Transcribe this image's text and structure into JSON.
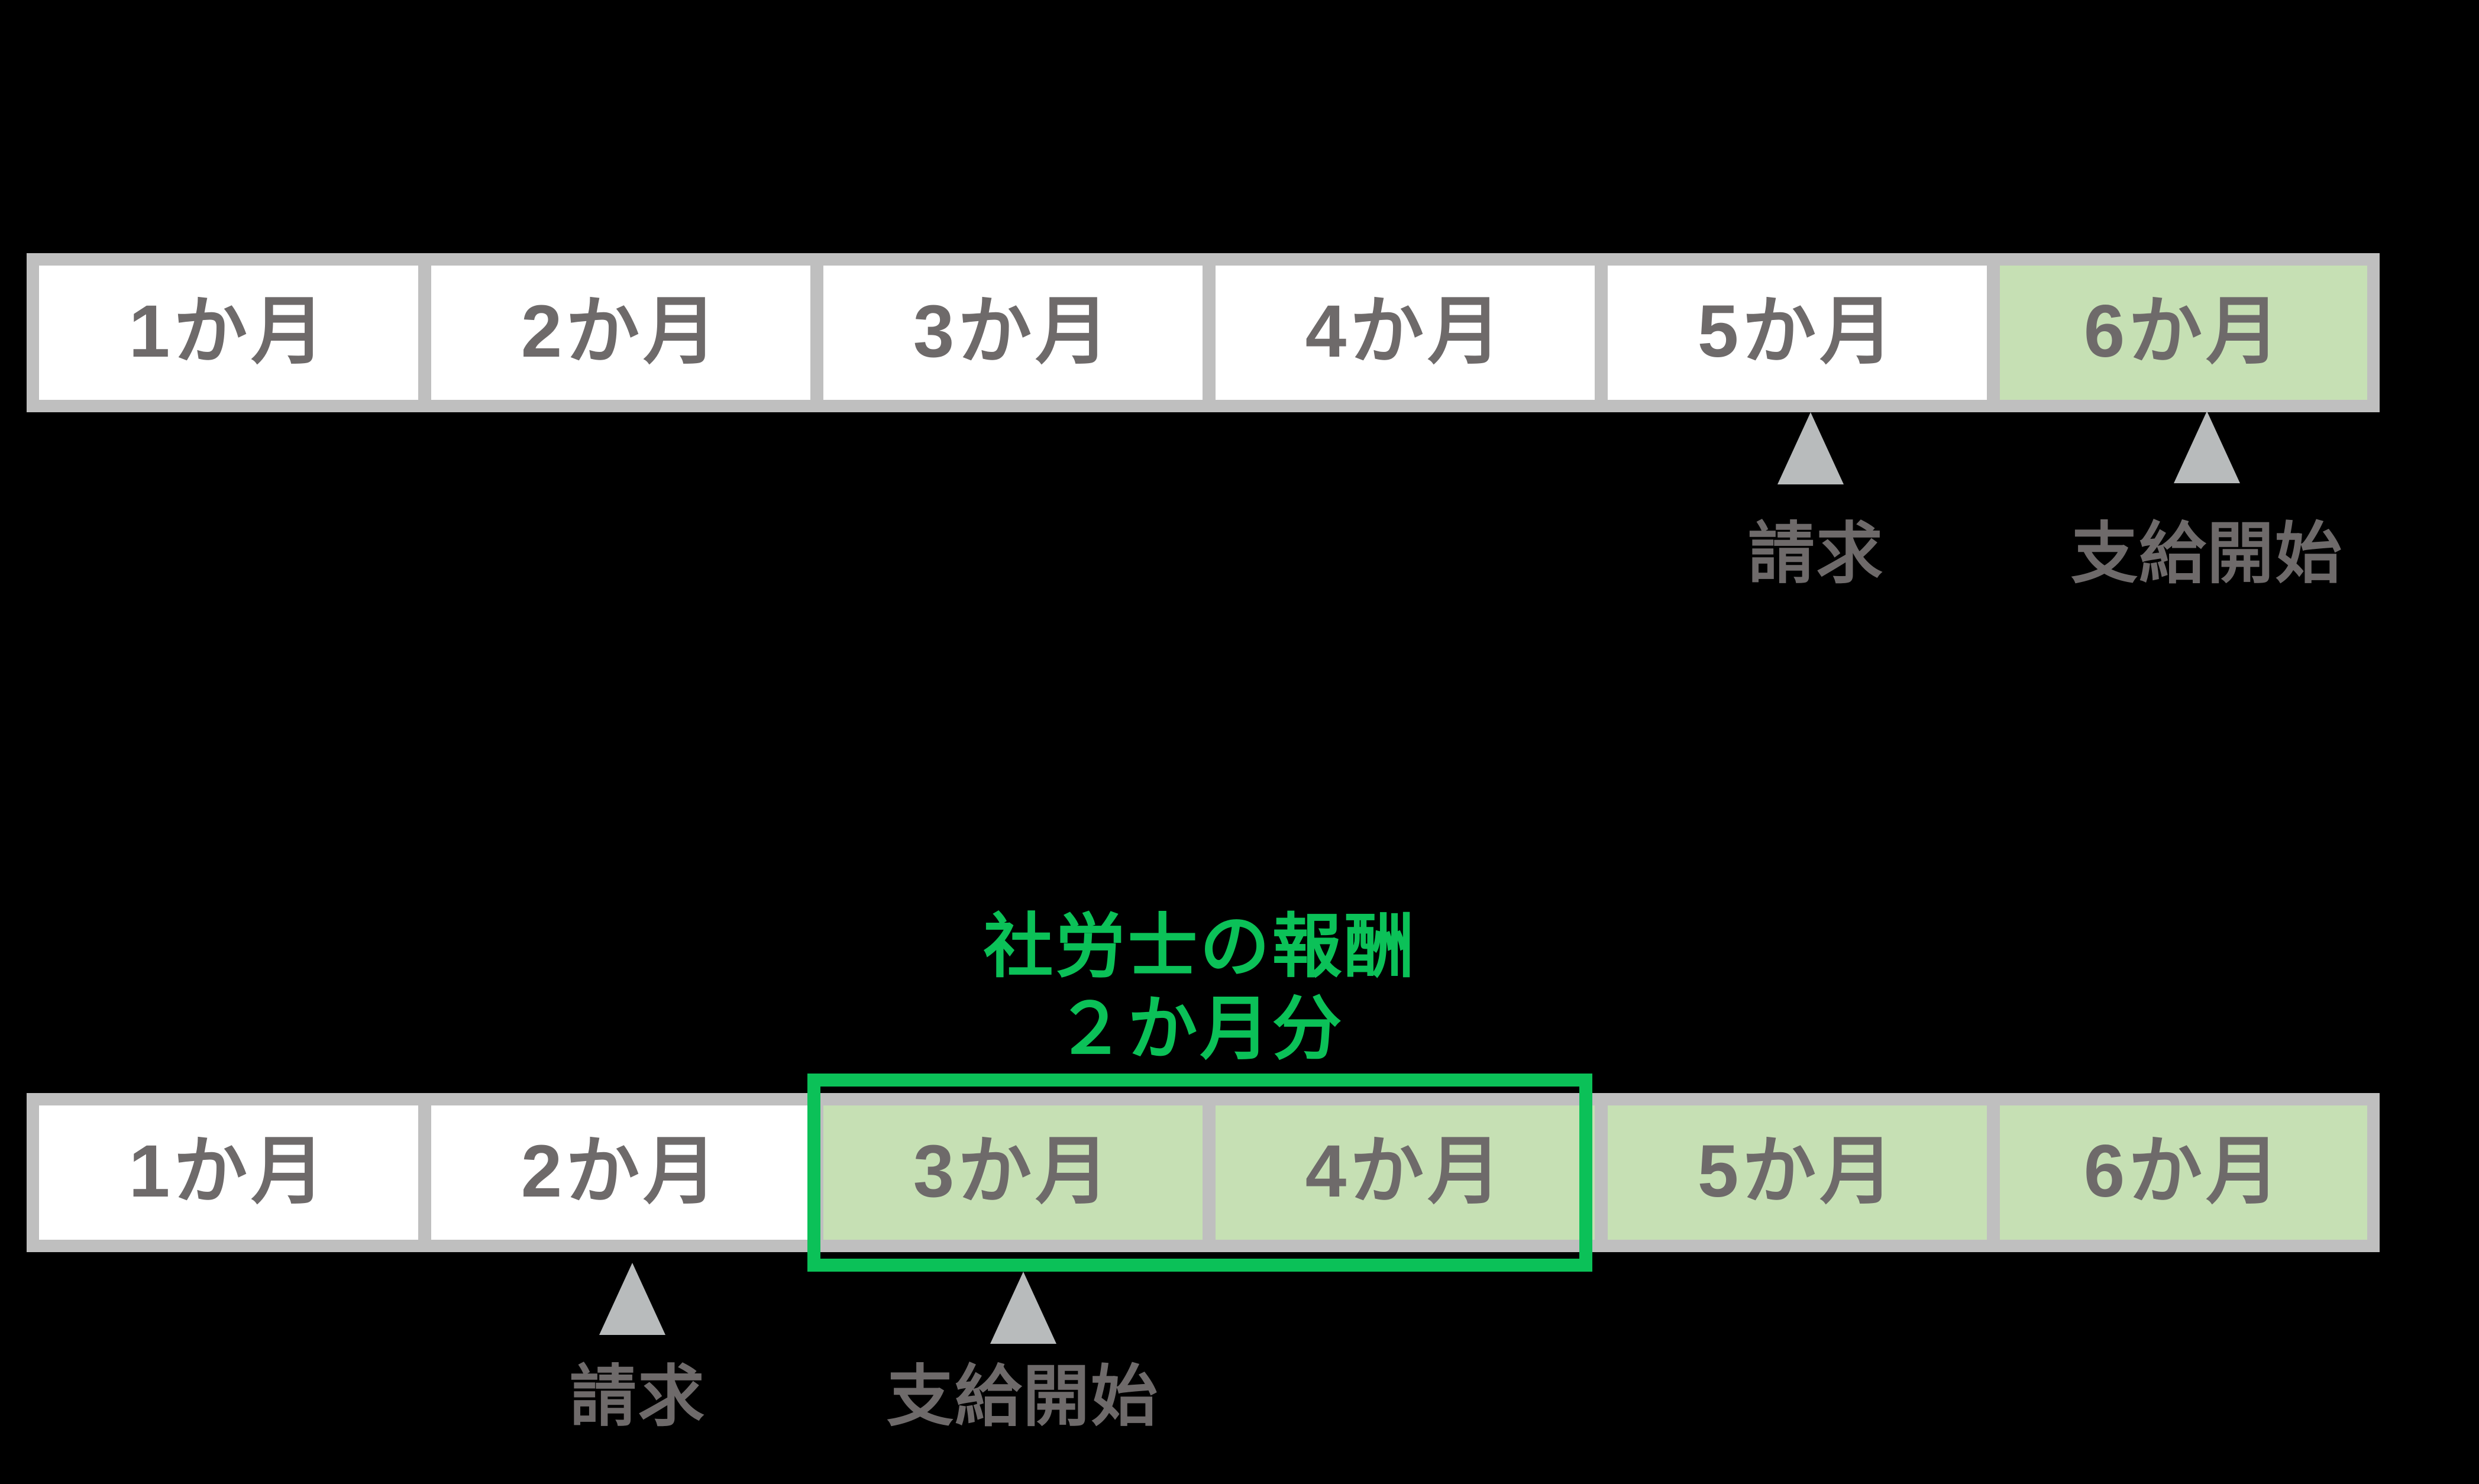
{
  "colors": {
    "background": "#000000",
    "box_border_gray": "#bfbfbf",
    "box_fill_white": "#ffffff",
    "box_fill_light_green": "#c6e0b4",
    "box_text_gray": "#6e6a6a",
    "marker_triangle_gray": "#b8bbbc",
    "accent_green": "#0bc158"
  },
  "timeline_before": {
    "months": [
      {
        "label": "1か月",
        "highlighted": false
      },
      {
        "label": "2か月",
        "highlighted": false
      },
      {
        "label": "3か月",
        "highlighted": false
      },
      {
        "label": "4か月",
        "highlighted": false
      },
      {
        "label": "5か月",
        "highlighted": false
      },
      {
        "label": "6か月",
        "highlighted": true
      }
    ],
    "markers": [
      {
        "label": "請求",
        "at_month": "5か月"
      },
      {
        "label": "支給開始",
        "at_month": "6か月"
      }
    ]
  },
  "timeline_after": {
    "months": [
      {
        "label": "1か月",
        "highlighted": false
      },
      {
        "label": "2か月",
        "highlighted": false
      },
      {
        "label": "3か月",
        "highlighted": true
      },
      {
        "label": "4か月",
        "highlighted": true
      },
      {
        "label": "5か月",
        "highlighted": true
      },
      {
        "label": "6か月",
        "highlighted": true
      }
    ],
    "markers": [
      {
        "label": "請求",
        "at_month": "2か月"
      },
      {
        "label": "支給開始",
        "at_month": "3か月"
      }
    ],
    "highlight_box": {
      "caption_line1": "社労士の報酬",
      "caption_line2": "２か月分"
    }
  }
}
